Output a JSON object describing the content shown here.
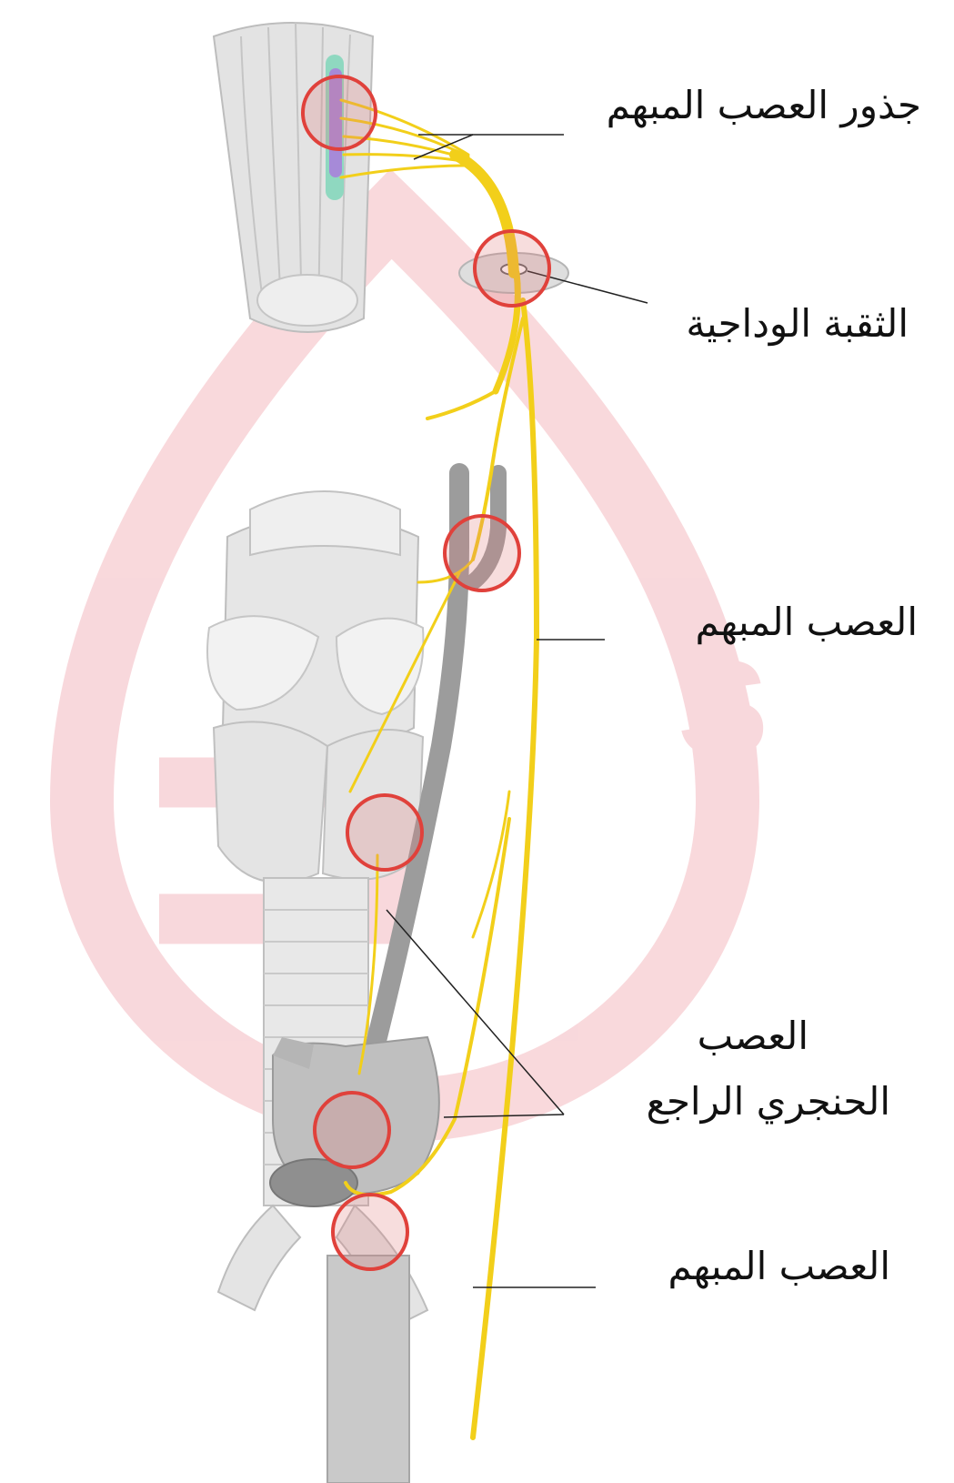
{
  "labels": {
    "vagus_roots": "جذور العصب المبهم",
    "jugular_foramen": "الثقبة الوداجية",
    "vagus_nerve_upper": "العصب المبهم",
    "recurrent_laryngeal_line1": "العصب",
    "recurrent_laryngeal_line2": "الحنجري الراجع",
    "vagus_nerve_lower": "العصب المبهم"
  },
  "colors": {
    "nerve": "#f2cf1a",
    "highlight_circle": "#e0413b",
    "watermark": "#f4b9c0",
    "anatomy_gray": "#d9d9d9",
    "leader_line": "#222222"
  }
}
